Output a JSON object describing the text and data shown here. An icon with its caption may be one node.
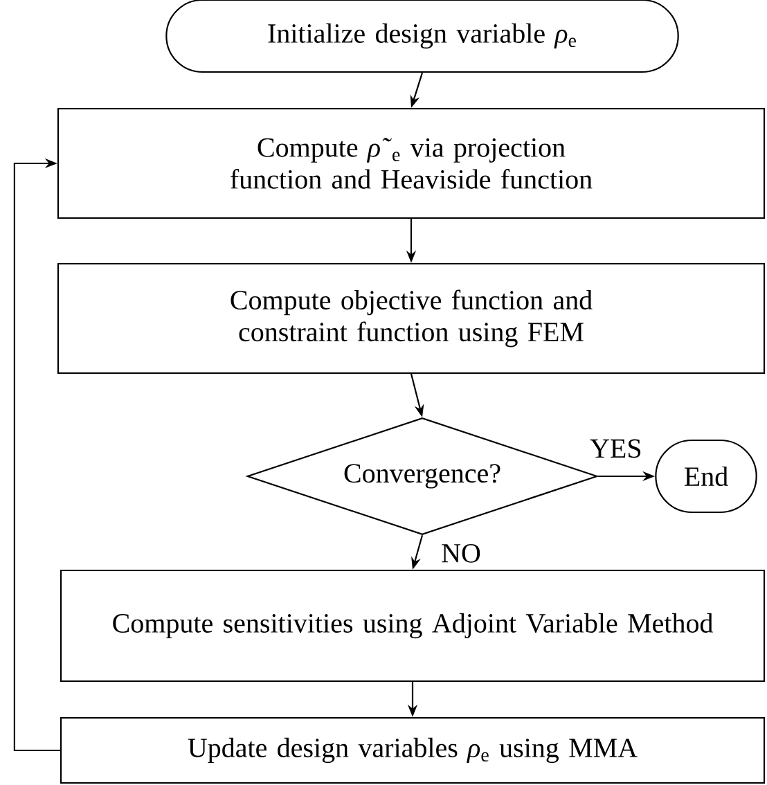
{
  "diagram": {
    "nodes": [
      {
        "text": [
          "Initialize design variable *ρ*$_{e}$"
        ]
      },
      {
        "text": [
          "Compute *ρ̃*$_{e}$ via projection function and Heaviside function"
        ]
      },
      {
        "text": [
          "Compute objective function and constraint function using FEM"
        ]
      },
      {
        "text": [
          "Convergence?"
        ]
      },
      {
        "text": [
          "End"
        ]
      },
      {
        "text": [
          "Compute sensitivities using Adjoint Variable Method"
        ]
      },
      {
        "text": [
          "Update design variables *ρ*$_{e}$ using MMA"
        ]
      }
    ],
    "edges": [
      {
        "from": 0,
        "to": 1,
        "arrow": "to"
      },
      {
        "from": 1,
        "to": 2,
        "arrow": "to"
      },
      {
        "from": 2,
        "to": 3,
        "arrow": "to"
      },
      {
        "from": 3,
        "to": 4,
        "arrow": "to",
        "label": "YES"
      },
      {
        "from": 3,
        "to": 5,
        "arrow": "to",
        "label": "NO"
      },
      {
        "from": 5,
        "to": 6,
        "arrow": "to"
      },
      {
        "from": 6,
        "to": 1,
        "arrow": "to"
      }
    ]
  }
}
